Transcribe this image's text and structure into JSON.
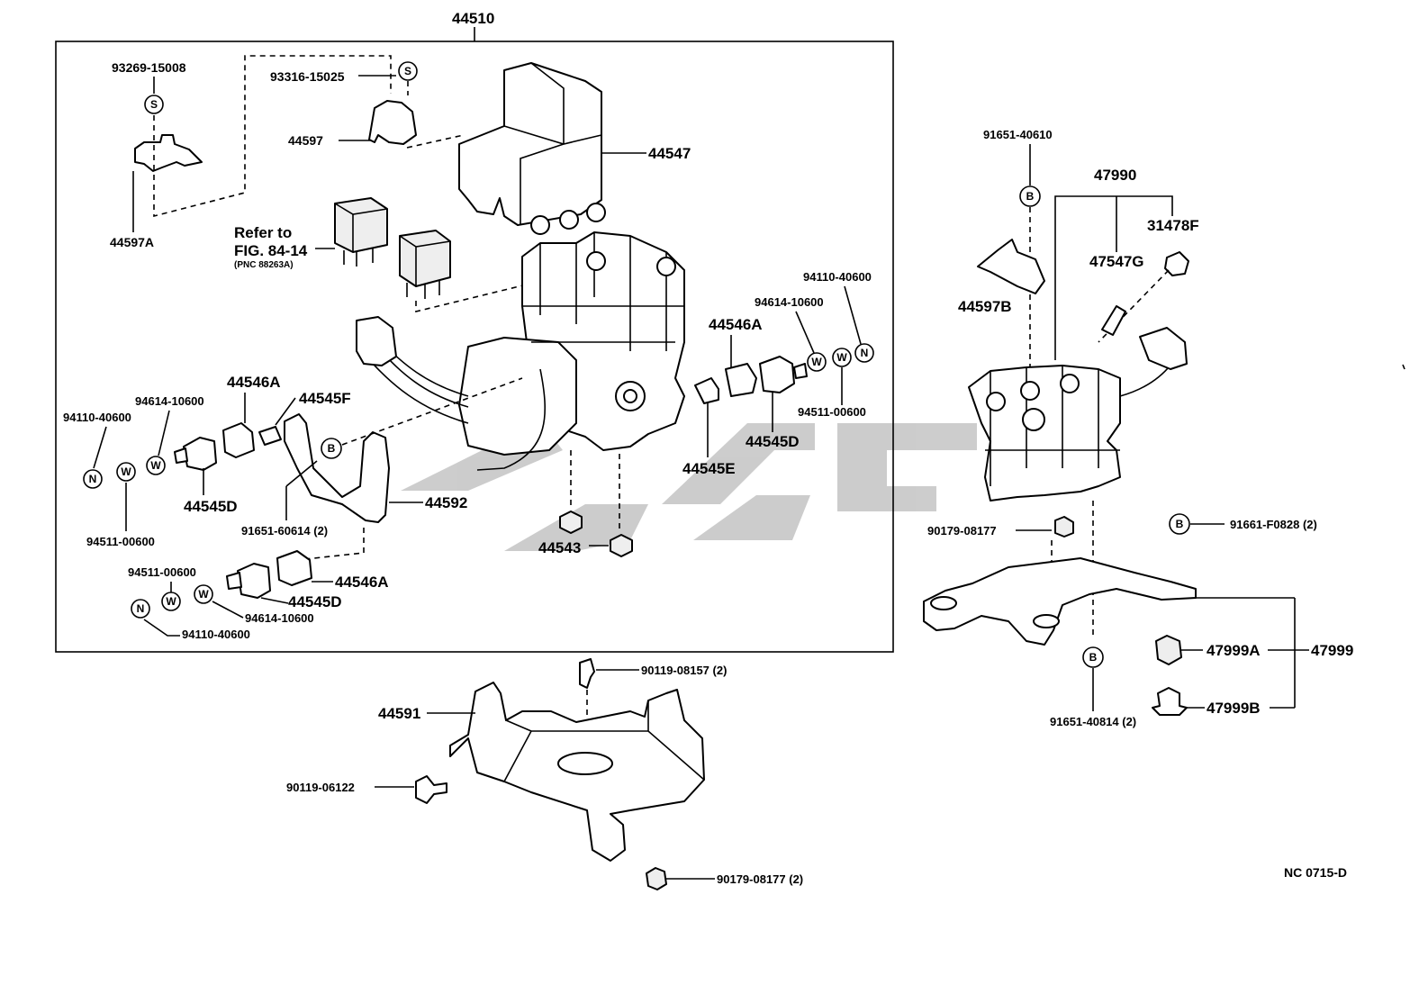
{
  "diagram": {
    "assembly_number": "44510",
    "figure_code": "NC 0715-D",
    "reference_note": {
      "line1": "Refer to",
      "line2": "FIG. 84-14",
      "line3": "(PNC 88263A)"
    },
    "symbols": {
      "S": "S",
      "B": "B",
      "W": "W",
      "N": "N"
    },
    "labels": {
      "p93269": "93269-15008",
      "p93316": "93316-15025",
      "p44597": "44597",
      "p44547": "44547",
      "p44597A": "44597A",
      "p44546A_mid": "44546A",
      "p94614_mid": "94614-10600",
      "p94110_mid": "94110-40600",
      "p94511_mid": "94511-00600",
      "p44545D_mid": "44545D",
      "p44545E": "44545E",
      "p44546A_l": "44546A",
      "p44545F": "44545F",
      "p94614_l": "94614-10600",
      "p94110_l": "94110-40600",
      "p44545D_l": "44545D",
      "p94511_l": "94511-00600",
      "p91651_60614": "91651-60614 (2)",
      "p44592": "44592",
      "p44543": "44543",
      "p94511_b": "94511-00600",
      "p44546A_b": "44546A",
      "p44545D_b": "44545D",
      "p94614_b": "94614-10600",
      "p94110_b": "94110-40600",
      "p90119_08157": "90119-08157 (2)",
      "p44591": "44591",
      "p90119_06122": "90119-06122",
      "p90179_08177_b": "90179-08177 (2)",
      "p91651_40610": "91651-40610",
      "p47990": "47990",
      "p31478F": "31478F",
      "p47547G": "47547G",
      "p44597B": "44597B",
      "p90179_08177_r": "90179-08177",
      "p91661_F0828": "91661-F0828 (2)",
      "p47999A": "47999A",
      "p47999": "47999",
      "p47999B": "47999B",
      "p91651_40814": "91651-40814 (2)"
    }
  }
}
